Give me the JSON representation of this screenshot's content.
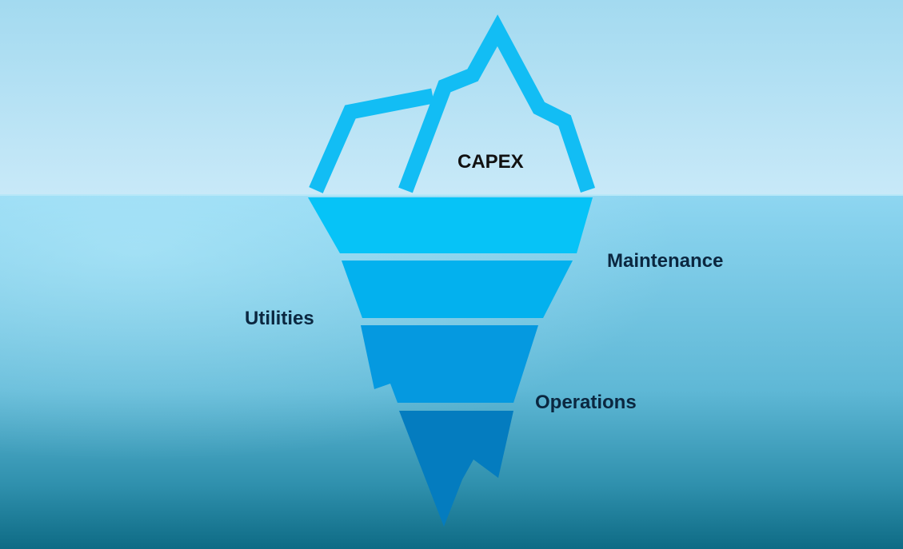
{
  "diagram": {
    "tip_label": "CAPEX",
    "layers": [
      {
        "label": "Maintenance"
      },
      {
        "label": "Utilities"
      },
      {
        "label": "Operations"
      }
    ]
  },
  "colors": {
    "sky_top": "#a3daf0",
    "sky_bottom": "#c8e9f8",
    "water_top": "#8ed6f1",
    "water_bottom": "#0e6b85",
    "ice_tip": "#12bdf4",
    "layer1": "#06c3f7",
    "layer2": "#03b1ee",
    "layer3": "#0599e0",
    "layer4": "#047cbf"
  }
}
